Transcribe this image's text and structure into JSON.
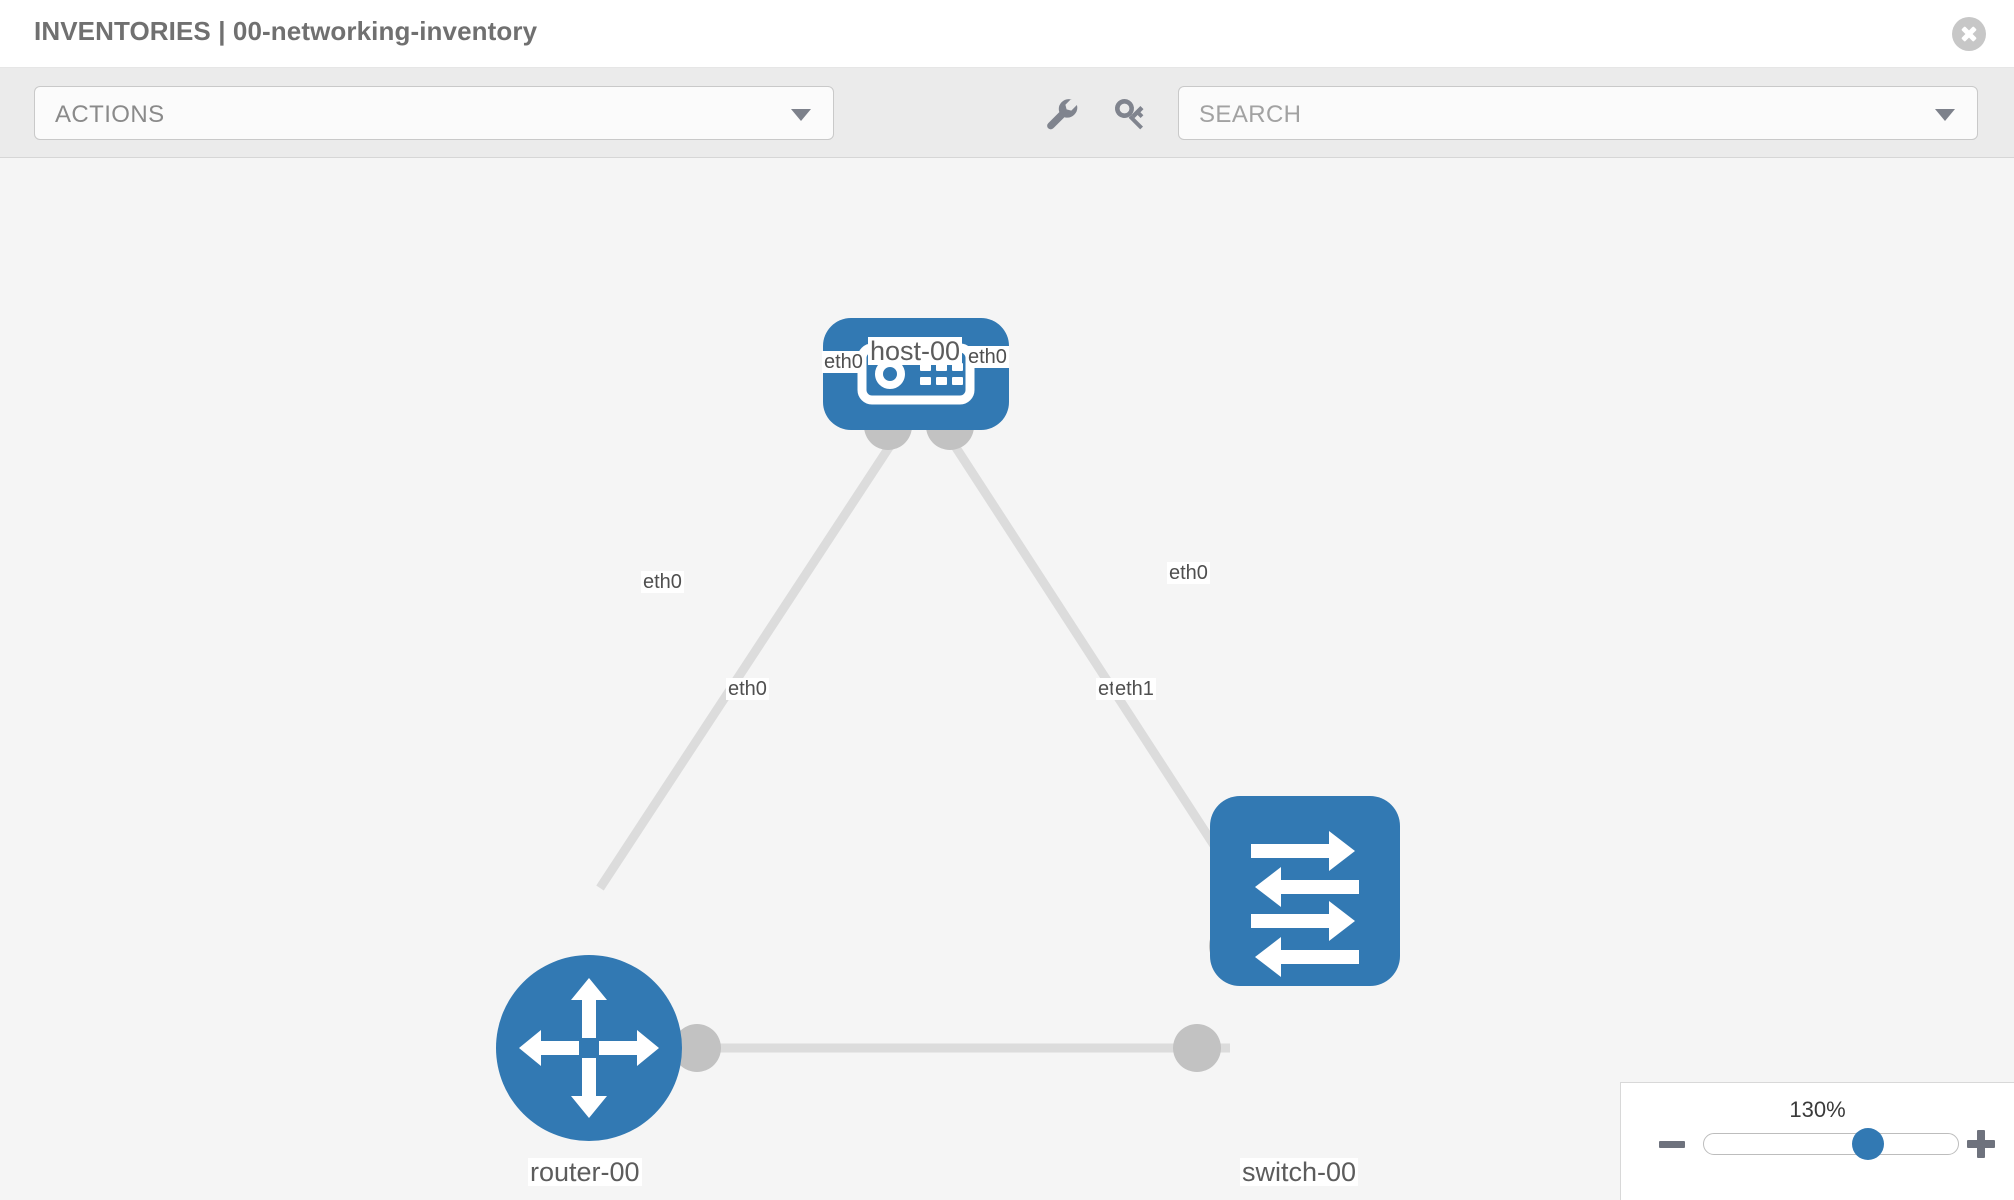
{
  "header": {
    "title": "INVENTORIES | 00-networking-inventory",
    "close_icon": "close-icon"
  },
  "toolbar": {
    "actions_label": "ACTIONS",
    "actions_caret_icon": "chevron-down-icon",
    "wrench_icon": "wrench-icon",
    "key_icon": "key-icon",
    "search_placeholder": "SEARCH",
    "search_value": "",
    "search_caret_icon": "chevron-down-icon"
  },
  "topology": {
    "nodes": [
      {
        "id": "host-00",
        "label": "host-00",
        "icon": "server-icon",
        "shape": "rounded-rect",
        "color": "#3279b3"
      },
      {
        "id": "router-00",
        "label": "router-00",
        "icon": "router-icon",
        "shape": "circle",
        "color": "#3279b3"
      },
      {
        "id": "switch-00",
        "label": "switch-00",
        "icon": "switch-icon",
        "shape": "rounded-rect",
        "color": "#3279b3"
      }
    ],
    "edges": [
      {
        "from": "host-00",
        "to": "router-00",
        "from_label": "eth0",
        "to_label": "eth0"
      },
      {
        "from": "host-00",
        "to": "switch-00",
        "from_label": "eth0",
        "to_label": "eth0"
      },
      {
        "from": "router-00",
        "to": "switch-00",
        "from_label": "eth0",
        "to_label": "eth1",
        "to_label_under": "eth"
      }
    ],
    "link_color": "#dcdcdc",
    "port_color": "#c2c2c2",
    "canvas_color": "#f5f5f5"
  },
  "zoom_control": {
    "value_label": "130%",
    "minus_label": "",
    "plus_label": "",
    "slider_percent": 66
  },
  "labels": {
    "host_eth_left": "eth0",
    "host_eth_right": "eth0",
    "router_up_eth": "eth0",
    "switch_up_eth": "eth0",
    "router_right_eth": "eth0",
    "switch_left_eth_under": "eth",
    "switch_left_eth": "eth1"
  }
}
